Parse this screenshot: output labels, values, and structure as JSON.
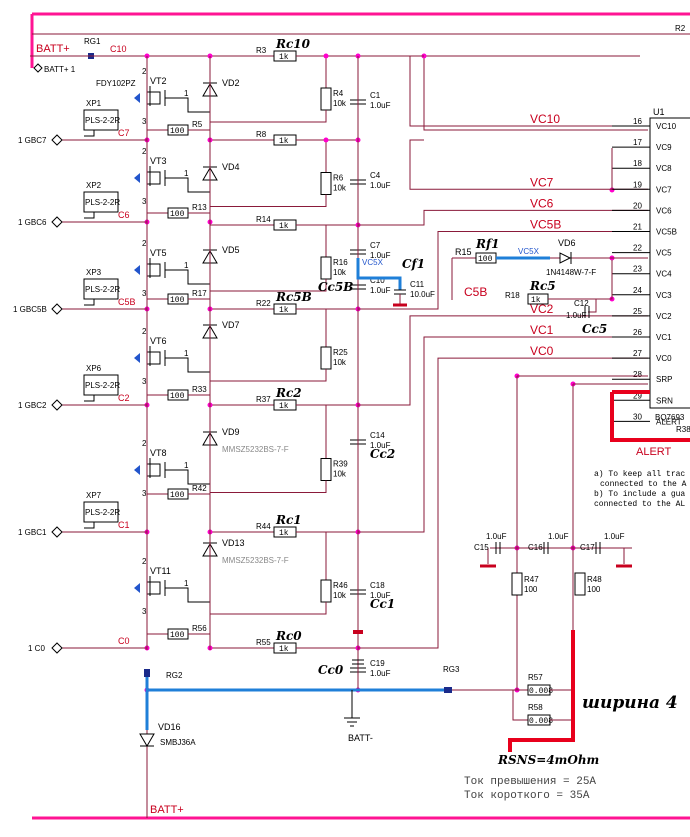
{
  "power_nets": {
    "batt_plus_top": "BATT+",
    "batt_plus_port": "BATT+ 1",
    "batt_plus_bottom": "BATT+",
    "batt_minus": "BATT-"
  },
  "top_rail": {
    "ref": "R2",
    "value": "2"
  },
  "connectors": [
    {
      "ref": "XP1",
      "part": "PLS-2-2R",
      "net": "GBC7",
      "pin": "1",
      "node": "C7"
    },
    {
      "ref": "XP2",
      "part": "PLS-2-2R",
      "net": "GBC6",
      "pin": "1",
      "node": "C6"
    },
    {
      "ref": "XP3",
      "part": "PLS-2-2R",
      "net": "GBC5B",
      "pin": "1",
      "node": "C5B"
    },
    {
      "ref": "XP6",
      "part": "PLS-2-2R",
      "net": "GBC2",
      "pin": "1",
      "node": "C2"
    },
    {
      "ref": "XP7",
      "part": "PLS-2-2R",
      "net": "GBC1",
      "pin": "1",
      "node": "C1"
    },
    {
      "ref": "",
      "part": "",
      "net": "C0",
      "pin": "1",
      "node": "C0"
    }
  ],
  "top_labels": {
    "rg1": "RG1",
    "c10": "C10",
    "vt2_part": "FDY102PZ"
  },
  "transistors": [
    "VT2",
    "VT3",
    "VT5",
    "VT6",
    "VT8",
    "VT11"
  ],
  "diodes": [
    {
      "ref": "VD2",
      "part": ""
    },
    {
      "ref": "VD4",
      "part": ""
    },
    {
      "ref": "VD5",
      "part": ""
    },
    {
      "ref": "VD7",
      "part": ""
    },
    {
      "ref": "VD9",
      "part": "MMSZ5232BS-7-F"
    },
    {
      "ref": "VD13",
      "part": "MMSZ5232BS-7-F"
    },
    {
      "ref": "VD16",
      "part": "SMBJ36A"
    },
    {
      "ref": "VD6",
      "part": "1N4148W-7-F"
    }
  ],
  "gate_resistors": [
    {
      "ref": "R5",
      "value": "100"
    },
    {
      "ref": "R13",
      "value": "100"
    },
    {
      "ref": "R17",
      "value": "100"
    },
    {
      "ref": "R33",
      "value": "100"
    },
    {
      "ref": "R42",
      "value": "100"
    },
    {
      "ref": "R56",
      "value": "100"
    }
  ],
  "filter_resistors": [
    {
      "ref": "R3",
      "value": "1k",
      "annotation": "Rc10"
    },
    {
      "ref": "R8",
      "value": "1k",
      "annotation": ""
    },
    {
      "ref": "R14",
      "value": "1k",
      "annotation": ""
    },
    {
      "ref": "R22",
      "value": "1k",
      "annotation": "Rc5B"
    },
    {
      "ref": "R37",
      "value": "1k",
      "annotation": "Rc2"
    },
    {
      "ref": "R44",
      "value": "1k",
      "annotation": "Rc1"
    },
    {
      "ref": "R55",
      "value": "1k",
      "annotation": "Rc0"
    }
  ],
  "pulldown_resistors": [
    {
      "ref": "R4",
      "value": "10k"
    },
    {
      "ref": "R6",
      "value": "10k"
    },
    {
      "ref": "R16",
      "value": "10k"
    },
    {
      "ref": "R25",
      "value": "10k"
    },
    {
      "ref": "R39",
      "value": "10k"
    },
    {
      "ref": "R46",
      "value": "10k"
    }
  ],
  "filter_caps": [
    {
      "ref": "C1",
      "value": "1.0uF",
      "annotation": ""
    },
    {
      "ref": "C4",
      "value": "1.0uF",
      "annotation": ""
    },
    {
      "ref": "C7",
      "value": "1.0uF",
      "annotation": ""
    },
    {
      "ref": "C10",
      "value": "1.0uF",
      "annotation": "Cc5B"
    },
    {
      "ref": "C14",
      "value": "1.0uF",
      "annotation": "Cc2"
    },
    {
      "ref": "C18",
      "value": "1.0uF",
      "annotation": "Cc1"
    },
    {
      "ref": "C19",
      "value": "1.0uF",
      "annotation": "Cc0"
    }
  ],
  "c11": {
    "ref": "C11",
    "value": "10.0uF",
    "annotation": "Cf1",
    "net": "VC5X"
  },
  "vc5_filter": {
    "r15_ref": "R15",
    "r15_value": "100",
    "r15_ann": "Rf1",
    "net_label": "VC5X",
    "c5b_label": "C5B",
    "r18_ref": "R18",
    "r18_value": "1k",
    "r18_ann": "Rc5",
    "c12_ref": "C12",
    "c12_value": "1.0uF",
    "c12_ann": "Cc5"
  },
  "vc_nets": [
    "VC10",
    "VC7",
    "VC6",
    "VC5B",
    "VC2",
    "VC1",
    "VC0"
  ],
  "ic": {
    "ref": "U1",
    "part": "BQ7693",
    "pins": [
      {
        "num": "16",
        "name": "VC10"
      },
      {
        "num": "17",
        "name": "VC9"
      },
      {
        "num": "18",
        "name": "VC8"
      },
      {
        "num": "19",
        "name": "VC7"
      },
      {
        "num": "20",
        "name": "VC6"
      },
      {
        "num": "21",
        "name": "VC5B"
      },
      {
        "num": "22",
        "name": "VC5"
      },
      {
        "num": "23",
        "name": "VC4"
      },
      {
        "num": "24",
        "name": "VC3"
      },
      {
        "num": "25",
        "name": "VC2"
      },
      {
        "num": "26",
        "name": "VC1"
      },
      {
        "num": "27",
        "name": "VC0"
      },
      {
        "num": "28",
        "name": "SRP"
      },
      {
        "num": "29",
        "name": "SRN"
      },
      {
        "num": "30",
        "name": "ALERT"
      }
    ]
  },
  "alert": {
    "label": "ALERT",
    "r38": "R38"
  },
  "notes": [
    "a) To keep all trac",
    "connected to the A",
    "b) To include a gua",
    "connected to the AL"
  ],
  "sense_caps": [
    {
      "ref": "C15",
      "value": "1.0uF"
    },
    {
      "ref": "C16",
      "value": "1.0uF"
    },
    {
      "ref": "C17",
      "value": "1.0uF"
    }
  ],
  "sense_resistors": [
    {
      "ref": "R47",
      "value": "100"
    },
    {
      "ref": "R48",
      "value": "100"
    },
    {
      "ref": "R57",
      "value": "0.008"
    },
    {
      "ref": "R58",
      "value": "0.008"
    }
  ],
  "ground_labels": {
    "rg2": "RG2",
    "rg3": "RG3"
  },
  "annotations": {
    "shirina": "ширина 4",
    "rsns": "RSNS=4mOhm",
    "over_current": "Ток превышения  = 25A",
    "short_current": "Ток короткого     = 35A"
  },
  "colors": {
    "power_rail": "#ff1493",
    "ground_trace": "#1f7fd8",
    "net_label": "#c8001e",
    "wire": "#8a1a3a",
    "junction": "#ff00cc"
  }
}
